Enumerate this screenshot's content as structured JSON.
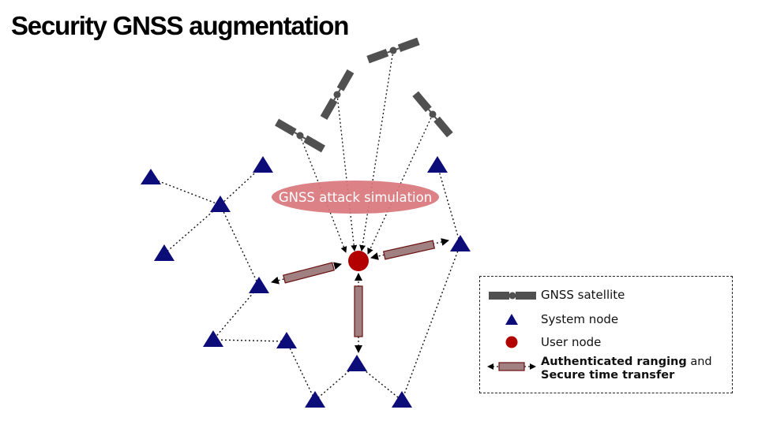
{
  "title": "Security GNSS augmentation",
  "attack_label": "GNSS attack simulation",
  "legend": {
    "satellite": "GNSS satellite",
    "system_node": "System node",
    "user_node": "User node",
    "ranging_part1": "Authenticated ranging",
    "ranging_and": " and",
    "ranging_part2": "Secure time transfer"
  },
  "colors": {
    "node": "#0d0d7a",
    "user": "#b30000",
    "satellite": "#505050",
    "link_fill": "#a08080",
    "link_stroke": "#6a1010",
    "attack": "#d9777d",
    "attack_text": "#ffffff"
  }
}
